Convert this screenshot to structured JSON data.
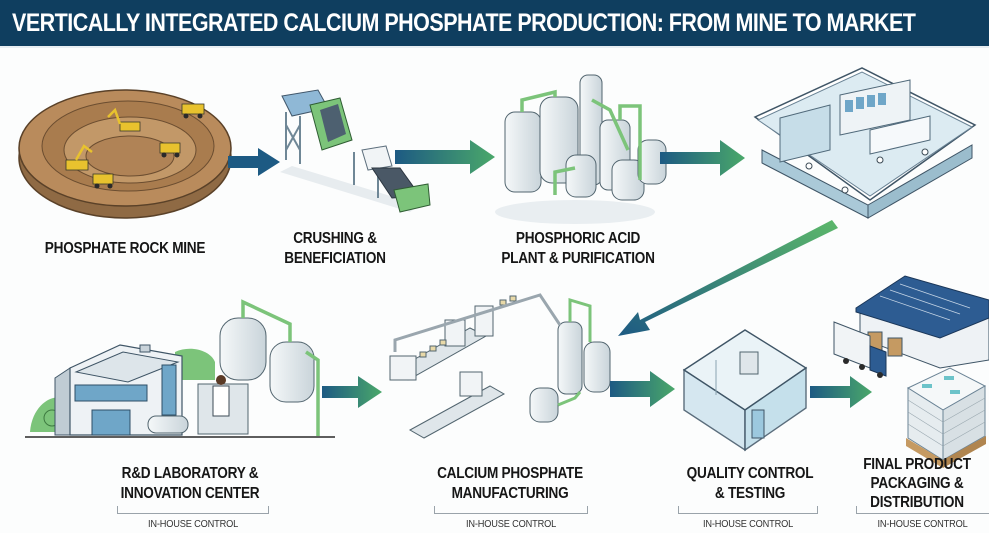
{
  "title": "VERTICALLY INTEGRATED CALCIUM PHOSPHATE PRODUCTION: FROM MINE TO MARKET",
  "colors": {
    "header_bg": "#0f3e5f",
    "arrow_blue": "#1d5a83",
    "arrow_green": "#4aa86a",
    "equipment_green": "#7cc47a",
    "steel": "#dfe6ea",
    "glass_blue": "#bcdbe8",
    "earth": "#b98b5c",
    "truck_yellow": "#e8c22e",
    "roof_blue": "#2d5c92"
  },
  "stages": [
    {
      "id": "mine",
      "label": [
        "PHOSPHATE ROCK MINE"
      ],
      "icon": "open-pit-mine-icon"
    },
    {
      "id": "crushing",
      "label": [
        "CRUSHING &",
        "BENEFICIATION"
      ],
      "icon": "crusher-conveyor-icon"
    },
    {
      "id": "acid",
      "label": [
        "PHOSPHORIC ACID",
        "PLANT & PURIFICATION"
      ],
      "icon": "chemical-tanks-icon"
    },
    {
      "id": "lab-building",
      "label": [],
      "icon": "laboratory-building-icon"
    },
    {
      "id": "rnd",
      "label": [
        "R&D LABORATORY &",
        "INNOVATION CENTER"
      ],
      "control": "IN-HOUSE CONTROL",
      "icon": "rnd-center-icon"
    },
    {
      "id": "manufacturing",
      "label": [
        "CALCIUM PHOSPHATE",
        "MANUFACTURING"
      ],
      "control": "IN-HOUSE CONTROL",
      "icon": "production-line-icon"
    },
    {
      "id": "qc",
      "label": [
        "QUALITY CONTROL",
        "& TESTING"
      ],
      "control": "IN-HOUSE CONTROL",
      "icon": "qc-cleanroom-icon"
    },
    {
      "id": "distribution",
      "label": [
        "FINAL PRODUCT",
        "PACKAGING &",
        "DISTRIBUTION"
      ],
      "control": "IN-HOUSE CONTROL",
      "icon": "warehouse-truck-icon"
    }
  ]
}
